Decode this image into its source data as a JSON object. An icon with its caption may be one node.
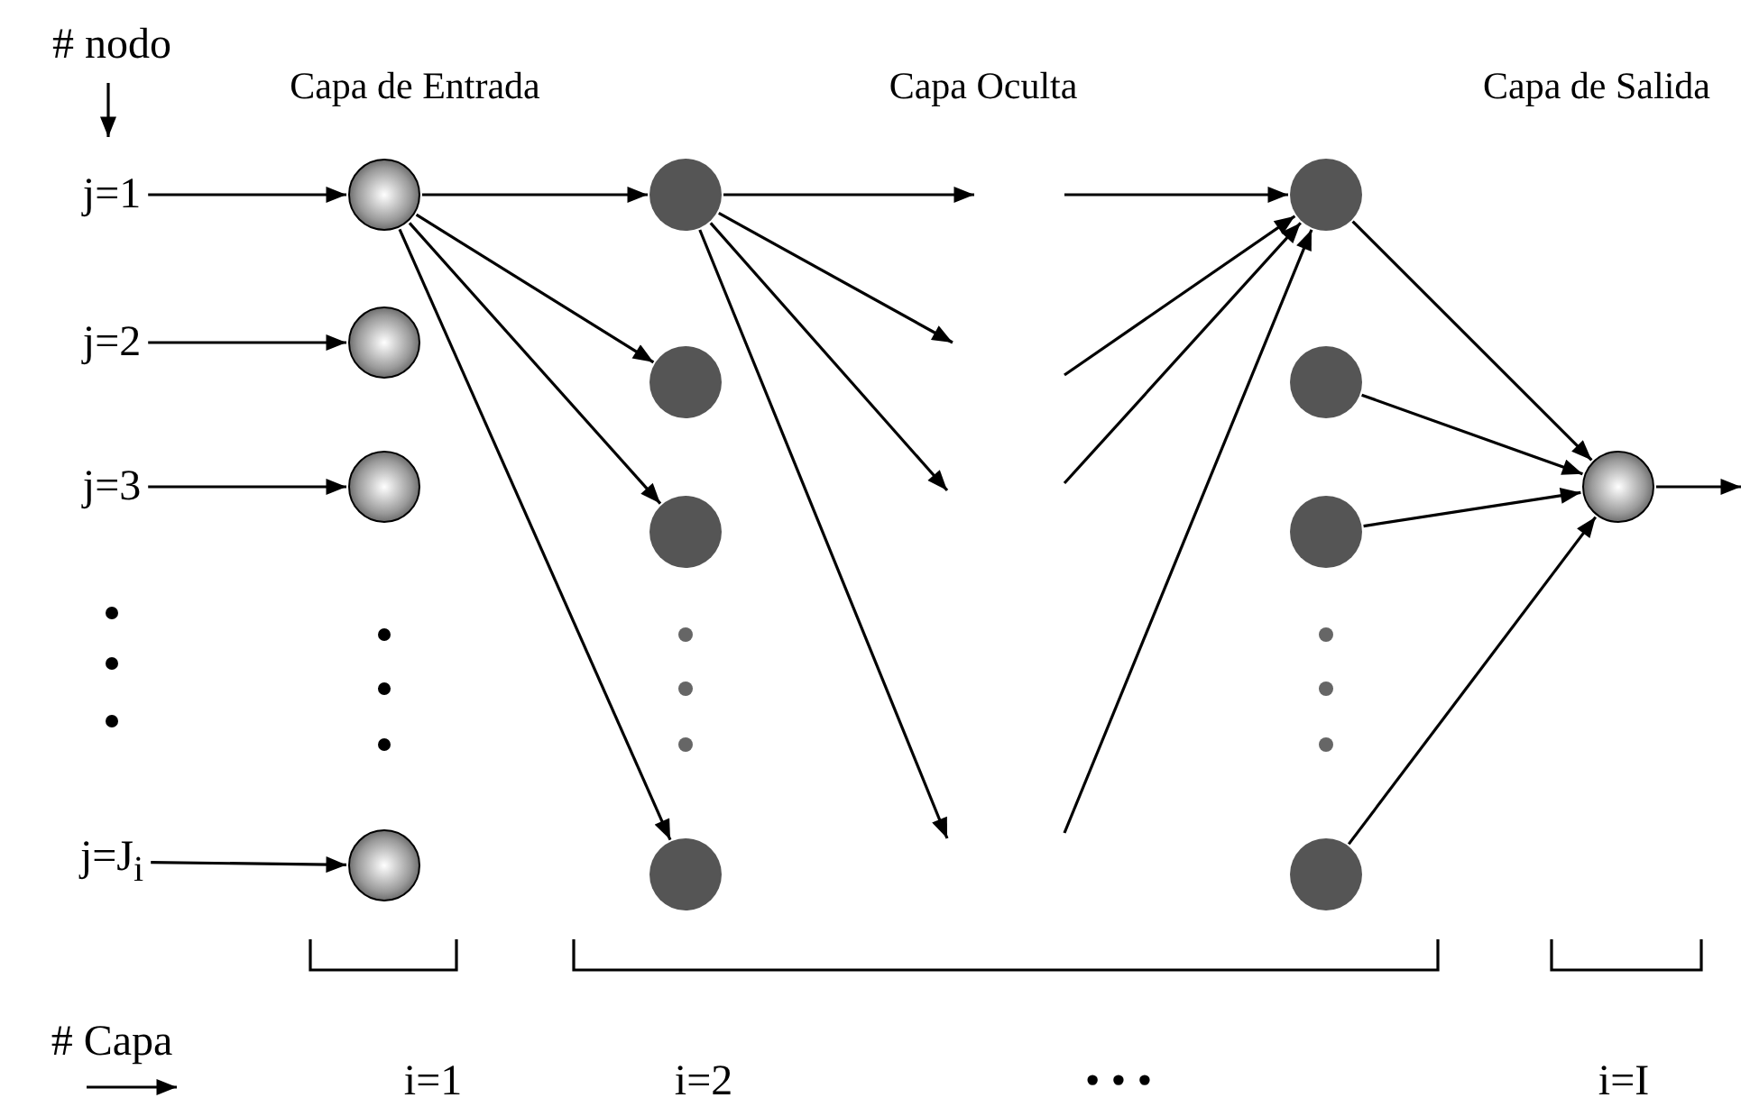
{
  "diagram": {
    "nodes": [
      {
        "text": [
          "j=1"
        ]
      },
      {
        "text": [
          "j=2"
        ]
      },
      {
        "text": [
          "j=3"
        ]
      },
      {
        "text": [
          "j=J$_{i}$"
        ]
      },
      {
        "text": [],
        "shape": "circle"
      },
      {
        "text": [],
        "shape": "circle"
      },
      {
        "text": [],
        "shape": "circle"
      },
      {
        "text": [],
        "shape": "circle"
      },
      {
        "text": [],
        "shape": "circle"
      },
      {
        "text": [],
        "shape": "circle"
      },
      {
        "text": [],
        "shape": "circle"
      },
      {
        "text": [],
        "shape": "circle"
      },
      {
        "text": [],
        "shape": "circle"
      },
      {
        "text": [],
        "shape": "circle"
      },
      {
        "text": [],
        "shape": "circle"
      },
      {
        "text": [],
        "shape": "circle"
      },
      {
        "text": [],
        "shape": "circle"
      }
    ],
    "edges": [
      {
        "from": 0,
        "to": 4,
        "arrow": "to"
      },
      {
        "from": 1,
        "to": 5,
        "arrow": "to"
      },
      {
        "from": 2,
        "to": 6,
        "arrow": "to"
      },
      {
        "from": 3,
        "to": 7,
        "arrow": "to"
      },
      {
        "from": 4,
        "to": 8,
        "arrow": "to"
      },
      {
        "from": 4,
        "to": 9,
        "arrow": "to"
      },
      {
        "from": 4,
        "to": 10,
        "arrow": "to"
      },
      {
        "from": 4,
        "to": 11,
        "arrow": "to"
      },
      {
        "from": 8,
        "to": null,
        "arrow": "to"
      },
      {
        "from": 8,
        "to": null,
        "arrow": "to"
      },
      {
        "from": 8,
        "to": null,
        "arrow": "to"
      },
      {
        "from": 8,
        "to": null,
        "arrow": "to"
      },
      {
        "from": null,
        "to": 12,
        "arrow": "to"
      },
      {
        "from": null,
        "to": 12,
        "arrow": "to"
      },
      {
        "from": null,
        "to": 12,
        "arrow": "to"
      },
      {
        "from": null,
        "to": 12,
        "arrow": "to"
      },
      {
        "from": 12,
        "to": 16,
        "arrow": "to"
      },
      {
        "from": 13,
        "to": 16,
        "arrow": "to"
      },
      {
        "from": 14,
        "to": 16,
        "arrow": "to"
      },
      {
        "from": 15,
        "to": 16,
        "arrow": "to"
      },
      {
        "from": 16,
        "to": null,
        "arrow": "to"
      }
    ],
    "labels": [
      "# nodo",
      "Capa de Entrada",
      "Capa Oculta",
      "Capa de Salida",
      "# Capa",
      "i=1",
      "i=2",
      "• • •",
      "i=I"
    ]
  }
}
